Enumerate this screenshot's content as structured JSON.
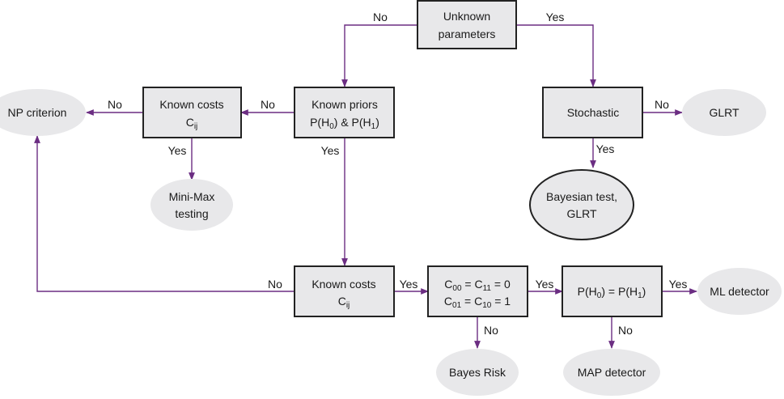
{
  "colors": {
    "node_fill": "#e8e8ea",
    "node_stroke": "#222222",
    "edge": "#6b2d82",
    "text": "#1a1a1a"
  },
  "nodes": {
    "unknown_params": {
      "line1": "Unknown",
      "line2": "parameters"
    },
    "known_priors": {
      "line1": "Known priors",
      "p": "P(H",
      "s0": "0",
      "mid": ") & P(H",
      "s1": "1",
      "end": ")"
    },
    "known_costs_top": {
      "line1": "Known costs",
      "c": "C",
      "sub": "ij"
    },
    "np_criterion": {
      "label": "NP criterion"
    },
    "minimax": {
      "line1": "Mini-Max",
      "line2": "testing"
    },
    "stochastic": {
      "label": "Stochastic"
    },
    "glrt": {
      "label": "GLRT"
    },
    "bayesian_test": {
      "line1": "Bayesian test,",
      "line2": "GLRT"
    },
    "known_costs_bottom": {
      "line1": "Known costs",
      "c": "C",
      "sub": "ij"
    },
    "cost_values": {
      "l1_c1": "C",
      "l1_s1": "00",
      "l1_eq1": " = C",
      "l1_s2": "11",
      "l1_eq2": " = 0",
      "l2_c1": "C",
      "l2_s1": "01",
      "l2_eq1": " = C",
      "l2_s2": "10",
      "l2_eq2": " = 1"
    },
    "equal_priors": {
      "a": "P(H",
      "s0": "0",
      "b": ") = P(H",
      "s1": "1",
      "c": ")"
    },
    "ml_detector": {
      "label": "ML detector"
    },
    "bayes_risk": {
      "label": "Bayes Risk"
    },
    "map_detector": {
      "label": "MAP detector"
    }
  },
  "edge_labels": {
    "unknown_no": "No",
    "unknown_yes": "Yes",
    "priors_no": "No",
    "priors_yes": "Yes",
    "costs_top_no": "No",
    "costs_top_yes": "Yes",
    "stochastic_no": "No",
    "stochastic_yes": "Yes",
    "costs_bottom_no": "No",
    "costs_bottom_yes": "Yes",
    "values_yes": "Yes",
    "values_no": "No",
    "equal_yes": "Yes",
    "equal_no": "No"
  }
}
